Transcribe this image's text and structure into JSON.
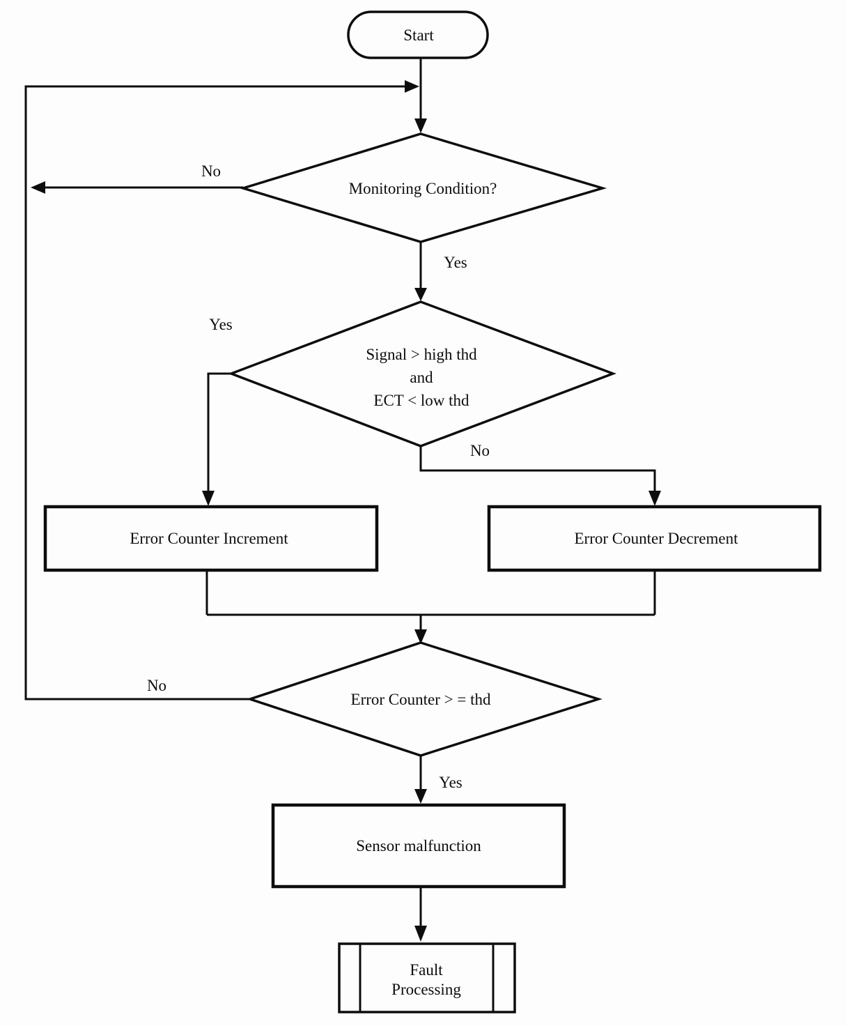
{
  "figure": {
    "type": "flowchart",
    "background": "#fdfdfd",
    "ink": "#0d0d0d"
  },
  "nodes": {
    "start": {
      "shape": "terminator",
      "label": "Start"
    },
    "monitoring_decision": {
      "shape": "decision",
      "label": "Monitoring Condition?"
    },
    "signal_decision": {
      "shape": "decision",
      "line1": "Signal > high thd",
      "line2": "and",
      "line3": "ECT < low thd"
    },
    "error_counter_increment": {
      "shape": "process",
      "label": "Error Counter Increment"
    },
    "error_counter_decrement": {
      "shape": "process",
      "label": "Error Counter Decrement"
    },
    "error_counter_decision": {
      "shape": "decision",
      "label": "Error Counter > = thd"
    },
    "sensor_malfunction": {
      "shape": "process",
      "label": "Sensor malfunction"
    },
    "fault_processing": {
      "shape": "predefined_process",
      "line1": "Fault",
      "line2": "Processing"
    }
  },
  "edge_labels": {
    "monitoring_no": "No",
    "monitoring_yes": "Yes",
    "signal_yes": "Yes",
    "signal_no": "No",
    "error_counter_no": "No",
    "error_counter_yes": "Yes"
  }
}
